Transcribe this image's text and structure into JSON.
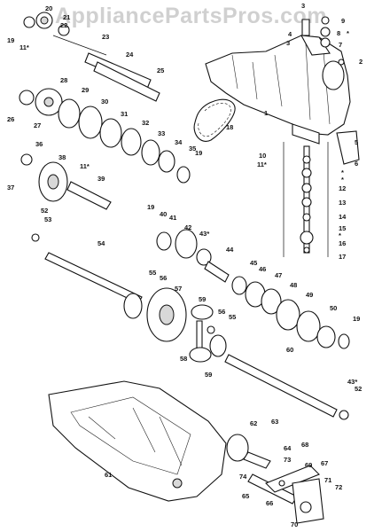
{
  "watermark": "AppliancePartsPros.com",
  "colors": {
    "ink": "#111111",
    "background": "#ffffff",
    "watermark": "#969696"
  },
  "callouts": [
    "1",
    "2",
    "3",
    "4",
    "5",
    "6",
    "7",
    "8",
    "9",
    "10",
    "11*",
    "12",
    "13",
    "14",
    "15",
    "16",
    "17",
    "18",
    "19",
    "20",
    "21",
    "22",
    "23",
    "24",
    "25",
    "26",
    "27",
    "28",
    "29",
    "30",
    "31",
    "32",
    "33",
    "34",
    "35",
    "36",
    "37",
    "38",
    "39",
    "40",
    "41",
    "42",
    "43*",
    "44",
    "45",
    "46",
    "47",
    "48",
    "49",
    "50",
    "52",
    "53",
    "54",
    "55",
    "56",
    "57",
    "58",
    "59",
    "60",
    "61",
    "62",
    "63",
    "64",
    "65",
    "66",
    "67",
    "68",
    "69",
    "70",
    "71",
    "72",
    "73",
    "74"
  ],
  "repeat_labels": {
    "l19b": "19",
    "l19c": "19",
    "l19d": "19",
    "l11b": "11*",
    "l11c": "11*",
    "l55b": "55",
    "l59b": "59",
    "l52b": "52",
    "l43b": "43*",
    "star_a": "*",
    "star_b": "*",
    "star_c": "*",
    "star_d": "*"
  }
}
